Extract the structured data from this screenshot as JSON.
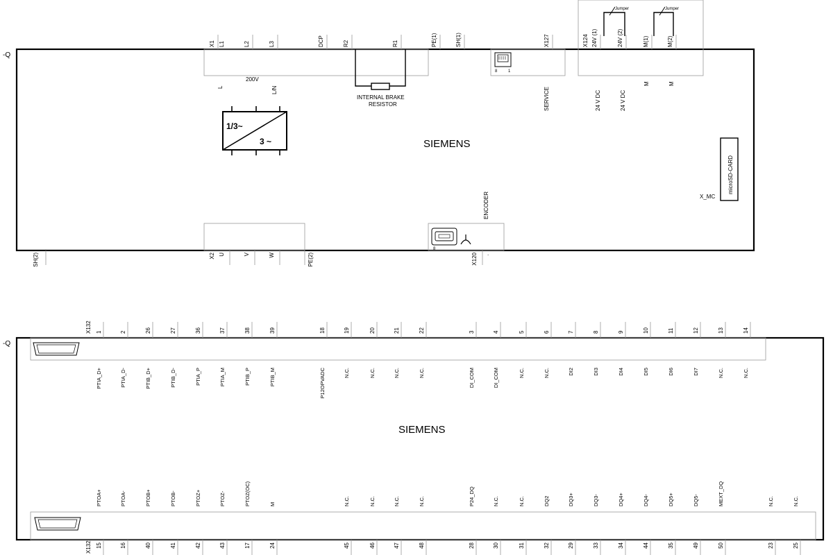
{
  "q1": {
    "device_tag": "-Q",
    "brand": "SIEMENS",
    "top_terminals": [
      {
        "id": "x1",
        "label": "X1"
      },
      {
        "id": "l1",
        "label": "L1"
      },
      {
        "id": "l2",
        "label": "L2"
      },
      {
        "id": "l3",
        "label": "L3"
      },
      {
        "id": "dcp",
        "label": "DCP"
      },
      {
        "id": "r2",
        "label": "R2"
      },
      {
        "id": "r1",
        "label": "R1"
      },
      {
        "id": "pe1",
        "label": "PE(1)"
      },
      {
        "id": "sh1",
        "label": "SH(1)"
      },
      {
        "id": "x127",
        "label": "X127"
      },
      {
        "id": "x124",
        "label": "X124"
      },
      {
        "id": "v24_1",
        "label": "24V (1)"
      },
      {
        "id": "v24_2",
        "label": "24V (2)"
      },
      {
        "id": "m1",
        "label": "M(1)"
      },
      {
        "id": "m2",
        "label": "M(2)"
      }
    ],
    "inner_labels": {
      "l": "L",
      "voltage": "200V",
      "ln": "L/N",
      "brake_line1": "INTERNAL BRAKE",
      "brake_line2": "RESISTOR",
      "service": "SERVICE",
      "dc1": "24 V DC",
      "dc2": "24 V DC",
      "m_a": "M",
      "m_b": "M",
      "conv_in": "1/3~",
      "conv_out": "3 ~",
      "jumper": "Jumper",
      "rj_a": "8",
      "rj_b": "1",
      "sd_card": "microSD-CARD",
      "sd_comma": ",",
      "x_mc": "X_MC",
      "encoder": "ENCODER",
      "enc_pin": "8",
      "enc_dot": "."
    },
    "bottom_terminals": [
      {
        "id": "sh2",
        "label": "SH(2)"
      },
      {
        "id": "x2",
        "label": "X2"
      },
      {
        "id": "u",
        "label": "U"
      },
      {
        "id": "v",
        "label": "V"
      },
      {
        "id": "w",
        "label": "W"
      },
      {
        "id": "pe2",
        "label": "PE(2)"
      },
      {
        "id": "x120",
        "label": "X120"
      }
    ]
  },
  "q2": {
    "device_tag": "-Q",
    "brand": "SIEMENS",
    "top_connector": "X132",
    "bottom_connector": "X132",
    "top_pins": [
      {
        "pin": "1",
        "signal": "PTIA_D+"
      },
      {
        "pin": "2",
        "signal": "PTIA_D-"
      },
      {
        "pin": "26",
        "signal": "PTIB_D+"
      },
      {
        "pin": "27",
        "signal": "PTIB_D-"
      },
      {
        "pin": "36",
        "signal": "PTIA_P"
      },
      {
        "pin": "37",
        "signal": "PTIA_M"
      },
      {
        "pin": "38",
        "signal": "PTIB_P"
      },
      {
        "pin": "39",
        "signal": "PTIB_M"
      },
      {
        "pin": "18",
        "signal": "P12OPVADC"
      },
      {
        "pin": "19",
        "signal": "N.C."
      },
      {
        "pin": "20",
        "signal": "N.C."
      },
      {
        "pin": "21",
        "signal": "N.C."
      },
      {
        "pin": "22",
        "signal": "N.C."
      },
      {
        "pin": "3",
        "signal": "DI_COM"
      },
      {
        "pin": "4",
        "signal": "DI_COM"
      },
      {
        "pin": "5",
        "signal": "N.C."
      },
      {
        "pin": "6",
        "signal": "N.C."
      },
      {
        "pin": "7",
        "signal": "DI2"
      },
      {
        "pin": "8",
        "signal": "DI3"
      },
      {
        "pin": "9",
        "signal": "DI4"
      },
      {
        "pin": "10",
        "signal": "DI5"
      },
      {
        "pin": "11",
        "signal": "DI6"
      },
      {
        "pin": "12",
        "signal": "DI7"
      },
      {
        "pin": "13",
        "signal": "N.C."
      },
      {
        "pin": "14",
        "signal": "N.C."
      }
    ],
    "bottom_pins": [
      {
        "pin": "15",
        "signal": "PTOA+"
      },
      {
        "pin": "16",
        "signal": "PTOA-"
      },
      {
        "pin": "40",
        "signal": "PTOB+"
      },
      {
        "pin": "41",
        "signal": "PTOB-"
      },
      {
        "pin": "42",
        "signal": "PTOZ+"
      },
      {
        "pin": "43",
        "signal": "PTOZ-"
      },
      {
        "pin": "17",
        "signal": "PTOZ(OC)"
      },
      {
        "pin": "24",
        "signal": "M"
      },
      {
        "pin": "45",
        "signal": "N.C."
      },
      {
        "pin": "46",
        "signal": "N.C."
      },
      {
        "pin": "47",
        "signal": "N.C."
      },
      {
        "pin": "48",
        "signal": "N.C."
      },
      {
        "pin": "28",
        "signal": "P24_DQ"
      },
      {
        "pin": "30",
        "signal": "N.C."
      },
      {
        "pin": "31",
        "signal": "N.C."
      },
      {
        "pin": "32",
        "signal": "DQ2"
      },
      {
        "pin": "29",
        "signal": "DQ3+"
      },
      {
        "pin": "33",
        "signal": "DQ3-"
      },
      {
        "pin": "34",
        "signal": "DQ4+"
      },
      {
        "pin": "44",
        "signal": "DQ4-"
      },
      {
        "pin": "35",
        "signal": "DQ5+"
      },
      {
        "pin": "49",
        "signal": "DQ5-"
      },
      {
        "pin": "50",
        "signal": "MEXT_DQ"
      },
      {
        "pin": "23",
        "signal": "N.C."
      },
      {
        "pin": "25",
        "signal": "N.C."
      }
    ]
  }
}
